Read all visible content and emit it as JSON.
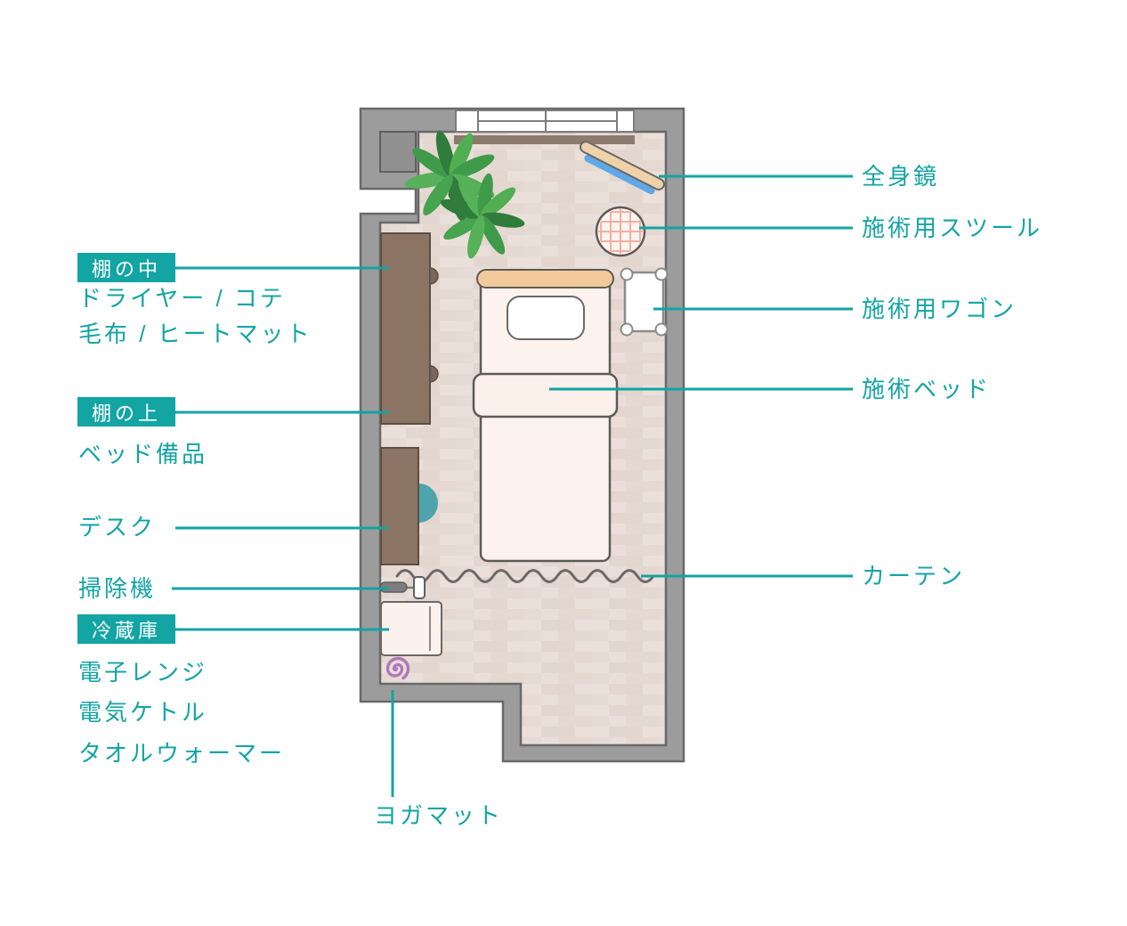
{
  "diagram_title": "treatment-room-floor-plan",
  "palette": {
    "accent_teal": "#13a4a4",
    "badge_text": "#ffffff",
    "wall_fill": "#9c9c9c",
    "wall_outline": "#696969",
    "floor_base": "#e8ded7",
    "wood_brown": "#8b7464",
    "rail_brown": "#8b7b6e",
    "bed_fill": "#fdf3ee",
    "headboard_tan": "#f2ca9c",
    "mirror_tan": "#eed2a9",
    "mirror_glass": "#5fa8e8",
    "stool_grid_pink": "#f0a392",
    "chair_teal": "#4fa3ad",
    "yoga_purple": "#b277bd",
    "plant_green": "#46a34e"
  },
  "labels": {
    "shelf_inside_badge": "棚の中",
    "shelf_inside_items_1": "ドライヤー / コテ",
    "shelf_inside_items_2": "毛布 / ヒートマット",
    "shelf_top_badge": "棚の上",
    "shelf_top_items": "ベッド備品",
    "desk": "デスク",
    "vacuum": "掃除機",
    "fridge_badge": "冷蔵庫",
    "fridge_items_1": "電子レンジ",
    "fridge_items_2": "電気ケトル",
    "fridge_items_3": "タオルウォーマー",
    "yoga_mat": "ヨガマット",
    "mirror": "全身鏡",
    "stool": "施術用スツール",
    "wagon": "施術用ワゴン",
    "bed": "施術ベッド",
    "curtain": "カーテン"
  }
}
